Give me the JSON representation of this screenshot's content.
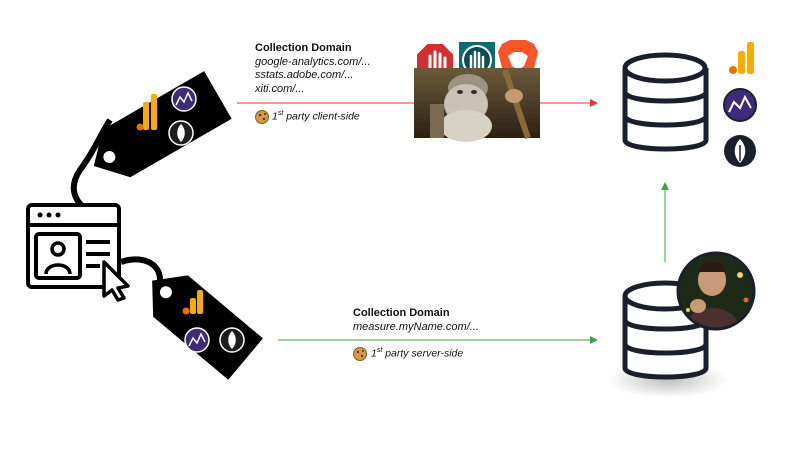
{
  "client_side": {
    "heading": "Collection Domain",
    "domains": [
      "google-analytics.com/...",
      "sstats.adobe.com/...",
      "xiti.com/..."
    ],
    "party_num": "1",
    "party_sup": "st",
    "party_rest": "party client-side",
    "arrow_color": "#e53935"
  },
  "server_side": {
    "heading": "Collection Domain",
    "domains": [
      "measure.myName.com/..."
    ],
    "party_num": "1",
    "party_sup": "st",
    "party_rest": "party server-side",
    "arrow_color": "#43a047"
  },
  "icons": {
    "tag_top": [
      "google-analytics-icon",
      "adobe-analytics-icon",
      "at-internet-icon"
    ],
    "tag_bottom": [
      "google-analytics-icon",
      "adobe-analytics-icon",
      "at-internet-icon"
    ],
    "blockers": [
      "adblock-hand-icon",
      "ublock-hand-icon",
      "brave-lion-icon"
    ],
    "vendors": [
      "google-analytics-icon",
      "adobe-analytics-icon",
      "at-internet-icon"
    ]
  },
  "colors": {
    "ga_orange": "#f9ab00",
    "ga_yellow": "#e37400",
    "tag_black": "#000000",
    "brave_orange": "#fb542b",
    "adblock_red": "#d32f2f",
    "ublock_teal": "#0e6b74",
    "adobe_purple": "#3d2a7a"
  }
}
